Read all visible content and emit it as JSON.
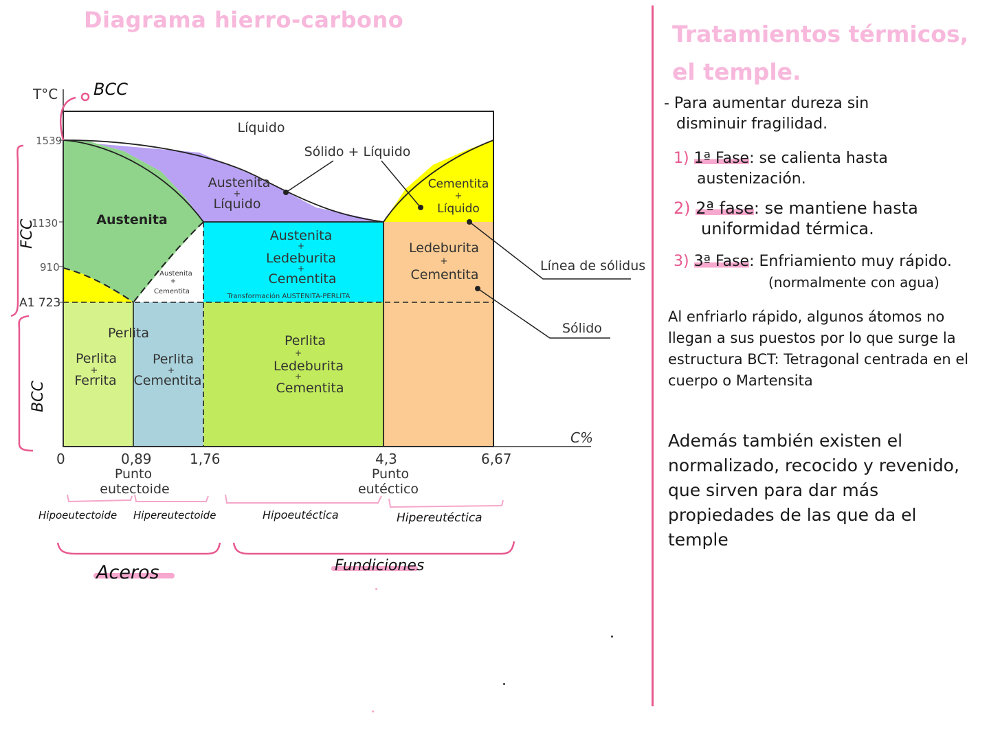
{
  "left_title": "Diagrama hierro-carbono",
  "right_title_1": "Tratamientos térmicos,",
  "right_title_2": "el temple.",
  "diagram": {
    "y_axis_label": "T°C",
    "x_axis_label": "C%",
    "handwritten_bcc_top": "BCC",
    "y_ticks": [
      "1539",
      "1130",
      "910",
      "A1 723"
    ],
    "x_ticks": [
      "0",
      "0,89",
      "1,76",
      "4,3",
      "6,67"
    ],
    "punto_eutectoide_1": "Punto",
    "punto_eutectoide_2": "eutectoide",
    "punto_eutectico_1": "Punto",
    "punto_eutectico_2": "eutéctico",
    "regions": {
      "liquido": "Líquido",
      "solido_liquido": "Sólido + Líquido",
      "austenita_liquido_1": "Austenita",
      "austenita_liquido_2": "+",
      "austenita_liquido_3": "Líquido",
      "cementita_liquido_1": "Cementita",
      "cementita_liquido_2": "+",
      "cementita_liquido_3": "Líquido",
      "austenita": "Austenita",
      "austenita_ced_1": "Austenita",
      "austenita_ced_2": "+",
      "austenita_ced_3": "Ledeburita",
      "austenita_ced_4": "+",
      "austenita_ced_5": "Cementita",
      "transformacion": "Transformación AUSTENITA-PERLITA",
      "ledeburita_cementita_1": "Ledeburita",
      "ledeburita_cementita_2": "+",
      "ledeburita_cementita_3": "Cementita",
      "austenita_cementita_small_1": "Austenita",
      "austenita_cementita_small_2": "+",
      "austenita_cementita_small_3": "Cementita",
      "perlita_top": "Perlita",
      "perlita_ferrita_1": "Perlita",
      "perlita_ferrita_2": "+",
      "perlita_ferrita_3": "Ferrita",
      "perlita_cementita_1": "Perlita",
      "perlita_cementita_2": "+",
      "perlita_cementita_3": "Cementita",
      "perlita_led_1": "Perlita",
      "perlita_led_2": "+",
      "perlita_led_3": "Ledeburita",
      "perlita_led_4": "+",
      "perlita_led_5": "Cementita"
    },
    "linea_solidus": "Línea de sólidus",
    "solido": "Sólido",
    "side_fcc": "FCC",
    "side_bcc": "BCC",
    "ranges": [
      "Hipoeutectoide",
      "Hipereutectoide",
      "Hipoeutéctica",
      "Hipereutéctica"
    ],
    "aceros": "Aceros",
    "fundiciones": "Fundiciones",
    "colors": {
      "liquid_violet": "#b9a2f3",
      "austenite_green": "#8fd48a",
      "cyan": "#00f0ff",
      "yellow": "#ffff00",
      "peach": "#fbcb93",
      "light_green": "#d6f28a",
      "blue_gray": "#a9d2dc",
      "lime": "#c1ea5c",
      "pink": "#e8588f"
    }
  },
  "notes": {
    "intro_1": "- Para aumentar dureza sin",
    "intro_2": "disminuir fragilidad.",
    "step1_num": "1)",
    "step1_label": "1ª Fase",
    "step1_text": ": se calienta hasta",
    "step1_text2": "austenización.",
    "step2_num": "2)",
    "step2_label": "2ª fase",
    "step2_text": ": se mantiene hasta",
    "step2_text2": "uniformidad térmica.",
    "step3_num": "3)",
    "step3_label": "3ª Fase",
    "step3_text": ": Enfriamiento muy rápido.",
    "step3_text2": "(normalmente con agua)",
    "para1": "Al enfriarlo rápido, algunos átomos no llegan a sus puestos por lo que surge la estructura BCT: Tetragonal centrada en el cuerpo o Martensita",
    "para2": "Además también existen el normalizado, recocido y revenido, que sirven para dar más propiedades de las que da el temple"
  }
}
